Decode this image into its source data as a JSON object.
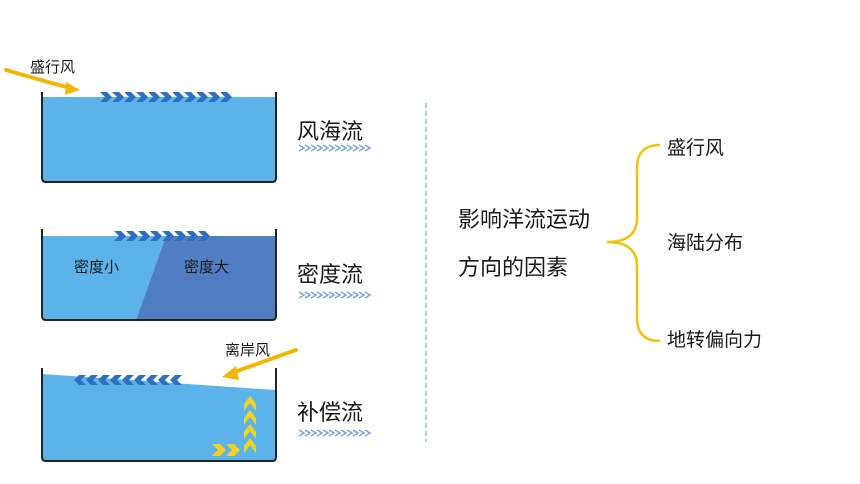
{
  "diagrams": [
    {
      "name": "风海流",
      "wind_label": "盛行风"
    },
    {
      "name": "密度流",
      "low_density_label": "密度小",
      "high_density_label": "密度大"
    },
    {
      "name": "补偿流",
      "wind_label": "离岸风"
    }
  ],
  "title": {
    "line1": "影响洋流运动",
    "line2": "方向的因素"
  },
  "factors": [
    "盛行风",
    "海陆分布",
    "地转偏向力"
  ],
  "colors": {
    "water": "#5bb3ea",
    "dense_water": "#4f7fc2",
    "wind_arrow": "#f2b705",
    "current_arrow": "#2d6fc0",
    "bracket": "#f4c20d",
    "divider": "#8fbce6",
    "underline": "#7fa6d8"
  }
}
